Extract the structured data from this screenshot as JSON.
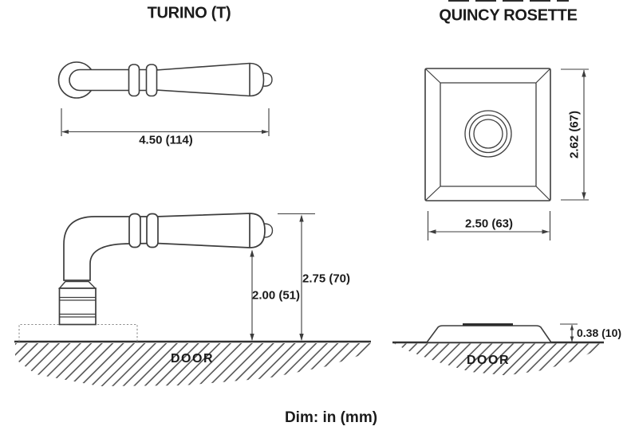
{
  "page": {
    "title_left": "TURINO (T)",
    "title_right": "QUINCY ROSETTE",
    "footer_note": "Dim: in (mm)"
  },
  "turino_top_view": {
    "length": "4.50 (114)"
  },
  "quincy_rosette_front": {
    "height": "2.62 (67)",
    "width": "2.50 (63)"
  },
  "turino_side_view": {
    "lever_bottom_height": "2.00 (51)",
    "lever_top_height": "2.75 (70)",
    "door_label": "DOOR"
  },
  "quincy_rosette_profile": {
    "projection": "0.38 (10)",
    "door_label": "DOOR"
  },
  "colors": {
    "line": "#3d3d3d",
    "text": "#1b1b1b",
    "hatch": "#555555"
  }
}
